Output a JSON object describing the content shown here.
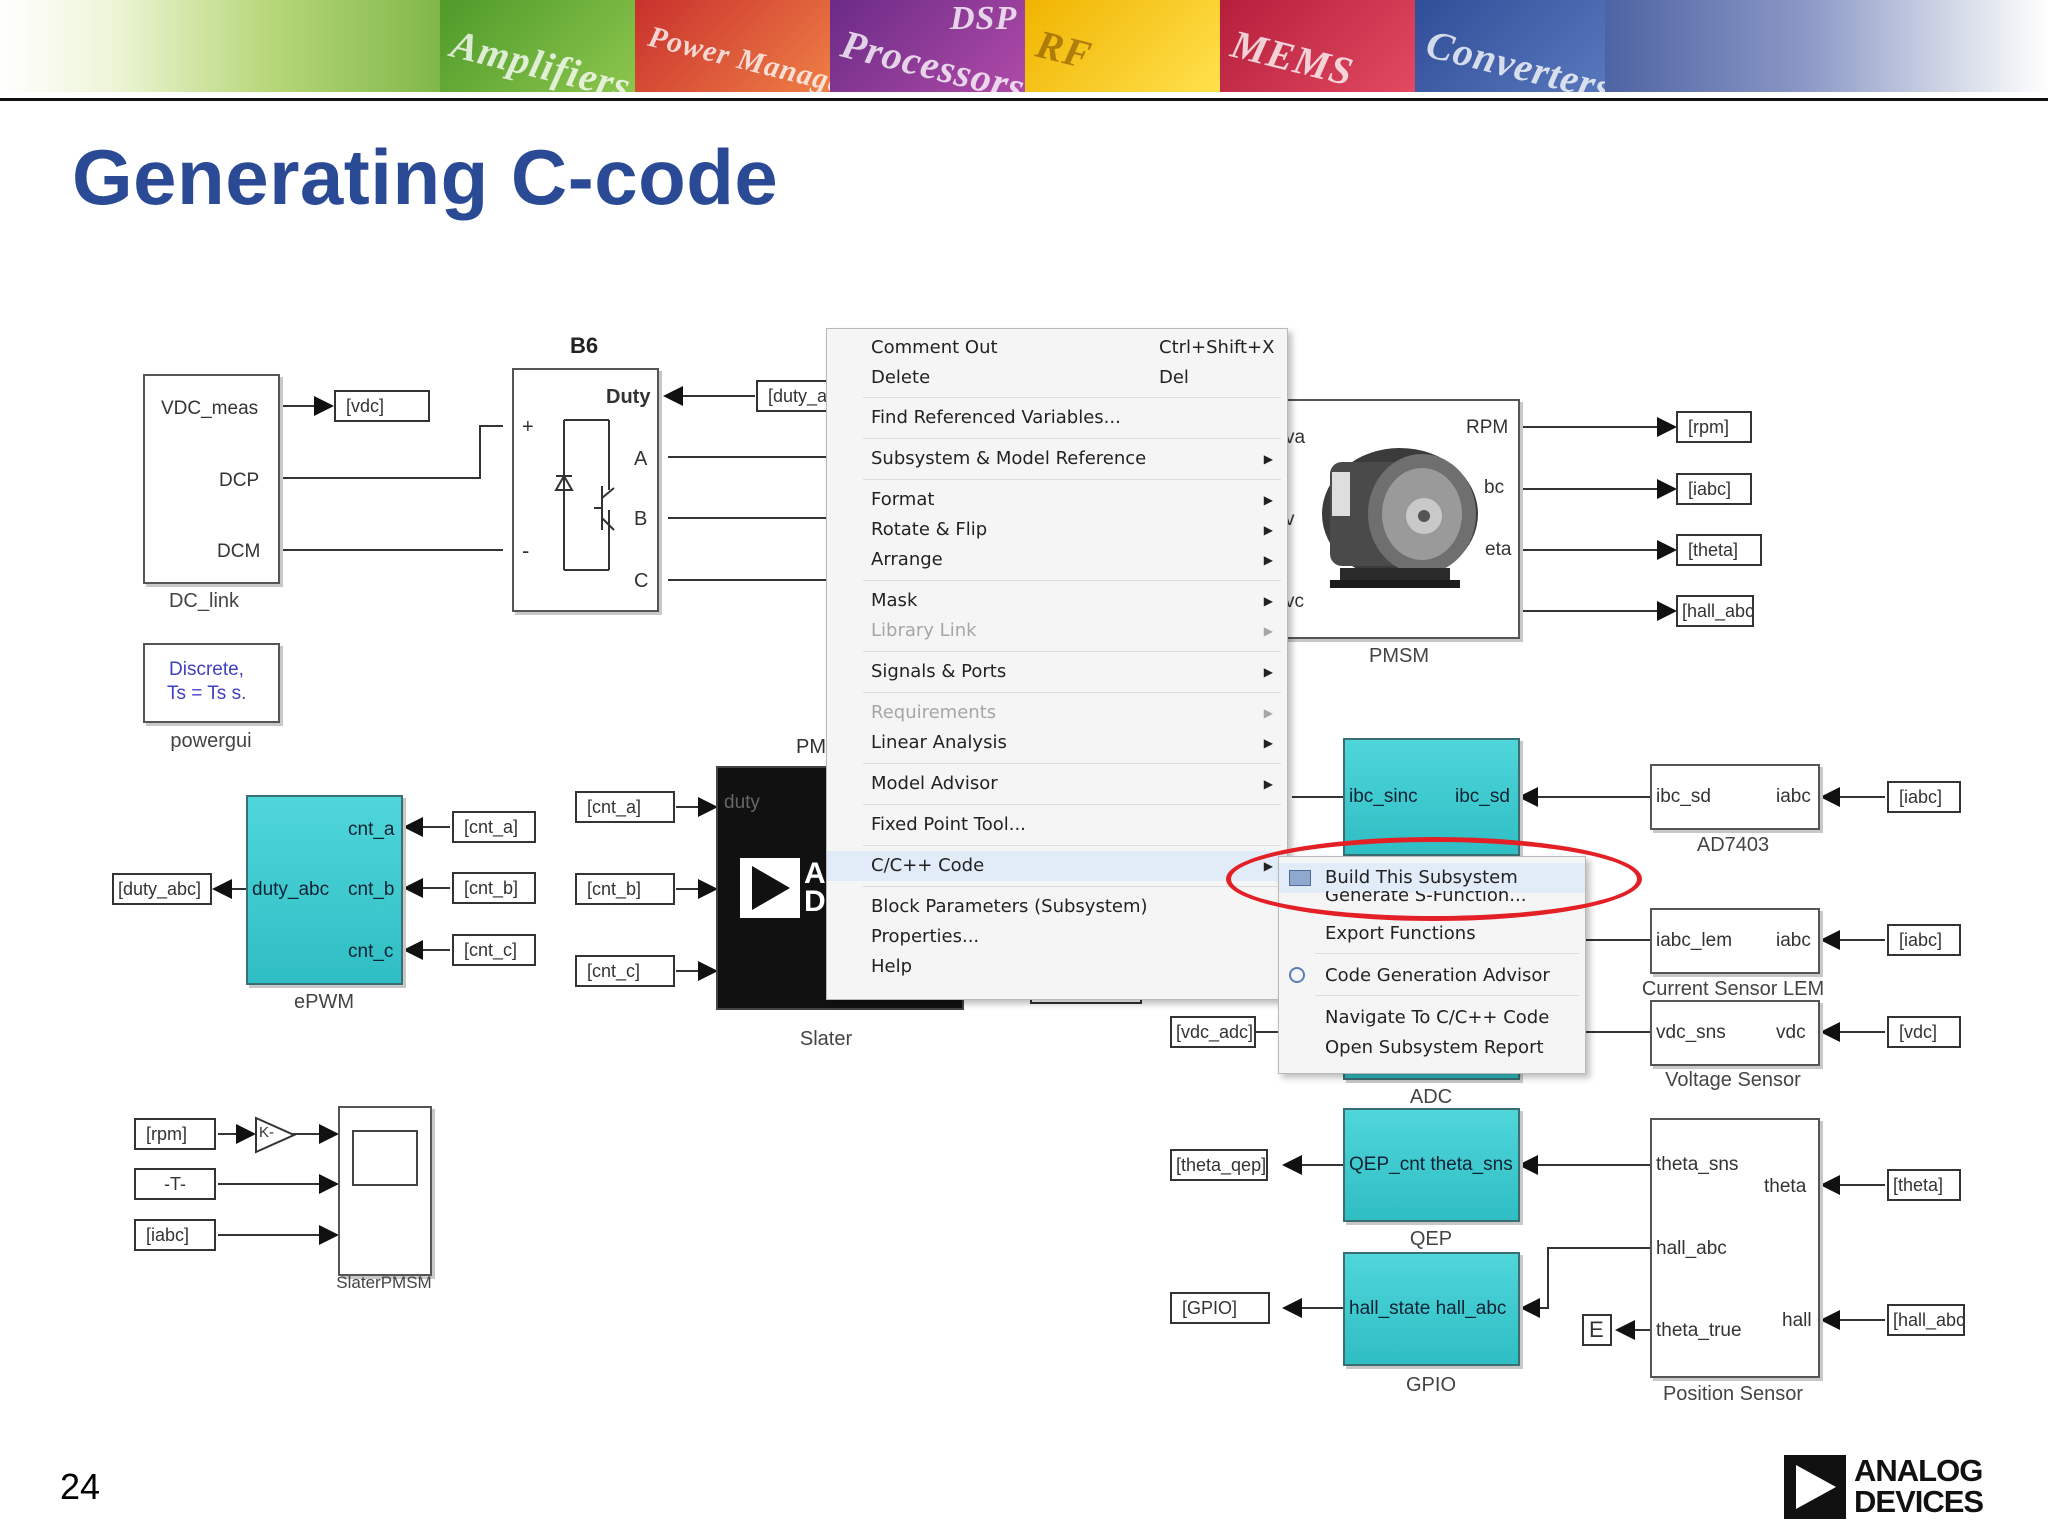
{
  "header": {
    "banner_tiles": [
      "Amplifiers",
      "Power Management",
      "Processors",
      "DSP",
      "RF",
      "MEMS",
      "Converters"
    ],
    "title": "Generating C-code",
    "page_number": "24",
    "logo_line1": "ANALOG",
    "logo_line2": "DEVICES"
  },
  "model": {
    "dc_link": {
      "label": "DC_link",
      "ports": [
        "VDC_meas",
        "DCP",
        "DCM"
      ],
      "goto": "[vdc]"
    },
    "powergui": {
      "label": "powergui",
      "text1": "Discrete,",
      "text2": "Ts = Ts s."
    },
    "b6": {
      "title": "B6",
      "ports": [
        "Duty",
        "A",
        "B",
        "C"
      ],
      "from": "[duty_a",
      "plus": "+",
      "minus": "-"
    },
    "pmsm": {
      "label": "PMSM",
      "left_ports": [
        "va",
        "v",
        "vc"
      ],
      "right_ports": [
        "RPM",
        "bc",
        "eta"
      ],
      "outputs": [
        "[rpm]",
        "[iabc]",
        "[theta]",
        "[hall_abc]"
      ]
    },
    "epwm": {
      "label": "ePWM",
      "input": "duty_abc",
      "outputs": [
        "cnt_a",
        "cnt_b",
        "cnt_c"
      ],
      "goto_left": "[duty_abc]",
      "from_right": [
        "[cnt_a]",
        "[cnt_b]",
        "[cnt_c]"
      ]
    },
    "slater": {
      "label": "Slater",
      "inputs_from": [
        "[cnt_a]",
        "[cnt_b]",
        "[cnt_c]"
      ],
      "port": "duty",
      "pm": "PM",
      "logo_letters": "A D",
      "gpio_tag": "[GPIO]"
    },
    "scope": {
      "label": "SlaterPMSM",
      "inputs": [
        "[rpm]",
        "-T-",
        "[iabc]"
      ],
      "gain": "K-"
    },
    "sinc": {
      "in": "ibc_sinc",
      "out": "ibc_sd"
    },
    "ad7403": {
      "label": "AD7403",
      "in": "ibc_sd",
      "out": "iabc",
      "from": "[iabc]"
    },
    "lem": {
      "label": "Current Sensor LEM",
      "in": "iabc_lem",
      "out": "iabc",
      "from": "[iabc]"
    },
    "vsense": {
      "label": "Voltage Sensor",
      "in": "vdc_sns",
      "out": "vdc",
      "from": "[vdc]"
    },
    "adc": {
      "label": "ADC",
      "goto": "[vdc_adc]"
    },
    "qep": {
      "label": "QEP",
      "text": "QEP_cnt theta_sns",
      "goto": "[theta_qep]"
    },
    "gpio": {
      "label": "GPIO",
      "text": "hall_state  hall_abc",
      "goto": "[GPIO]"
    },
    "pos": {
      "label": "Position Sensor",
      "ports_left": [
        "theta_sns",
        "hall_abc",
        "theta_true"
      ],
      "ports_right": [
        "theta",
        "hall"
      ],
      "from": [
        "[theta]",
        "[hall_abc]"
      ],
      "terminator": "E"
    }
  },
  "context_menu": {
    "items": [
      {
        "label": "Comment Out",
        "shortcut": "Ctrl+Shift+X"
      },
      {
        "label": "Delete",
        "shortcut": "Del"
      },
      {
        "label": "Find Referenced Variables..."
      },
      {
        "label": "Subsystem & Model Reference"
      },
      {
        "label": "Format"
      },
      {
        "label": "Rotate & Flip"
      },
      {
        "label": "Arrange"
      },
      {
        "label": "Mask"
      },
      {
        "label": "Library Link"
      },
      {
        "label": "Signals & Ports"
      },
      {
        "label": "Requirements"
      },
      {
        "label": "Linear Analysis"
      },
      {
        "label": "Model Advisor"
      },
      {
        "label": "Fixed Point Tool..."
      },
      {
        "label": "C/C++ Code"
      },
      {
        "label": "Block Parameters (Subsystem)"
      },
      {
        "label": "Properties..."
      },
      {
        "label": "Help"
      }
    ]
  },
  "submenu": {
    "items": [
      {
        "label": "Build This Subsystem"
      },
      {
        "label": "Generate S-Function..."
      },
      {
        "label": "Export Functions"
      },
      {
        "label": "Code Generation Advisor"
      },
      {
        "label": "Navigate To C/C++ Code"
      },
      {
        "label": "Open Subsystem Report"
      }
    ]
  },
  "colors": {
    "title": "#2a4a95",
    "highlight_ring": "#e32026",
    "block_cyan": "#35c3c9"
  }
}
